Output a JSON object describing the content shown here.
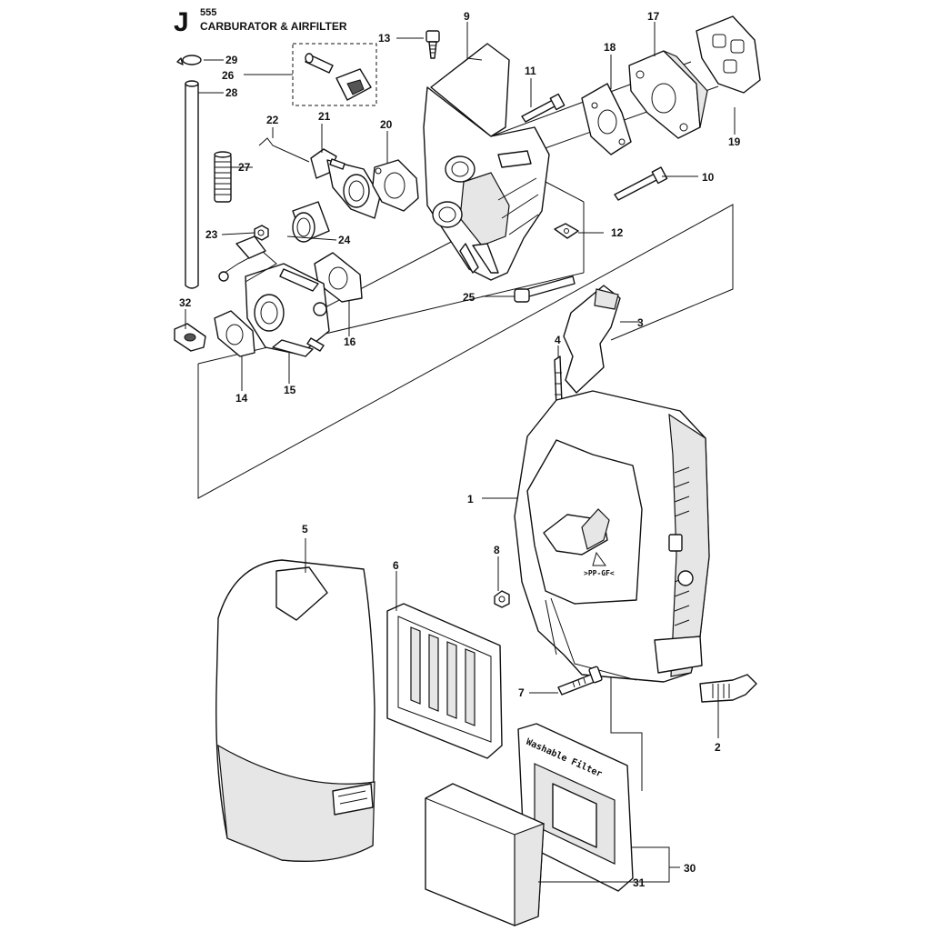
{
  "header": {
    "section_letter": "J",
    "page_number": "555",
    "title": "CARBURATOR & AIRFILTER"
  },
  "filter_text": "Washable Filter",
  "material_mark": ">PP-GF<",
  "callouts": [
    "1",
    "2",
    "3",
    "4",
    "5",
    "6",
    "7",
    "8",
    "9",
    "10",
    "11",
    "12",
    "13",
    "14",
    "15",
    "16",
    "17",
    "18",
    "19",
    "20",
    "21",
    "22",
    "23",
    "24",
    "25",
    "26",
    "27",
    "28",
    "29",
    "30",
    "31",
    "32"
  ]
}
